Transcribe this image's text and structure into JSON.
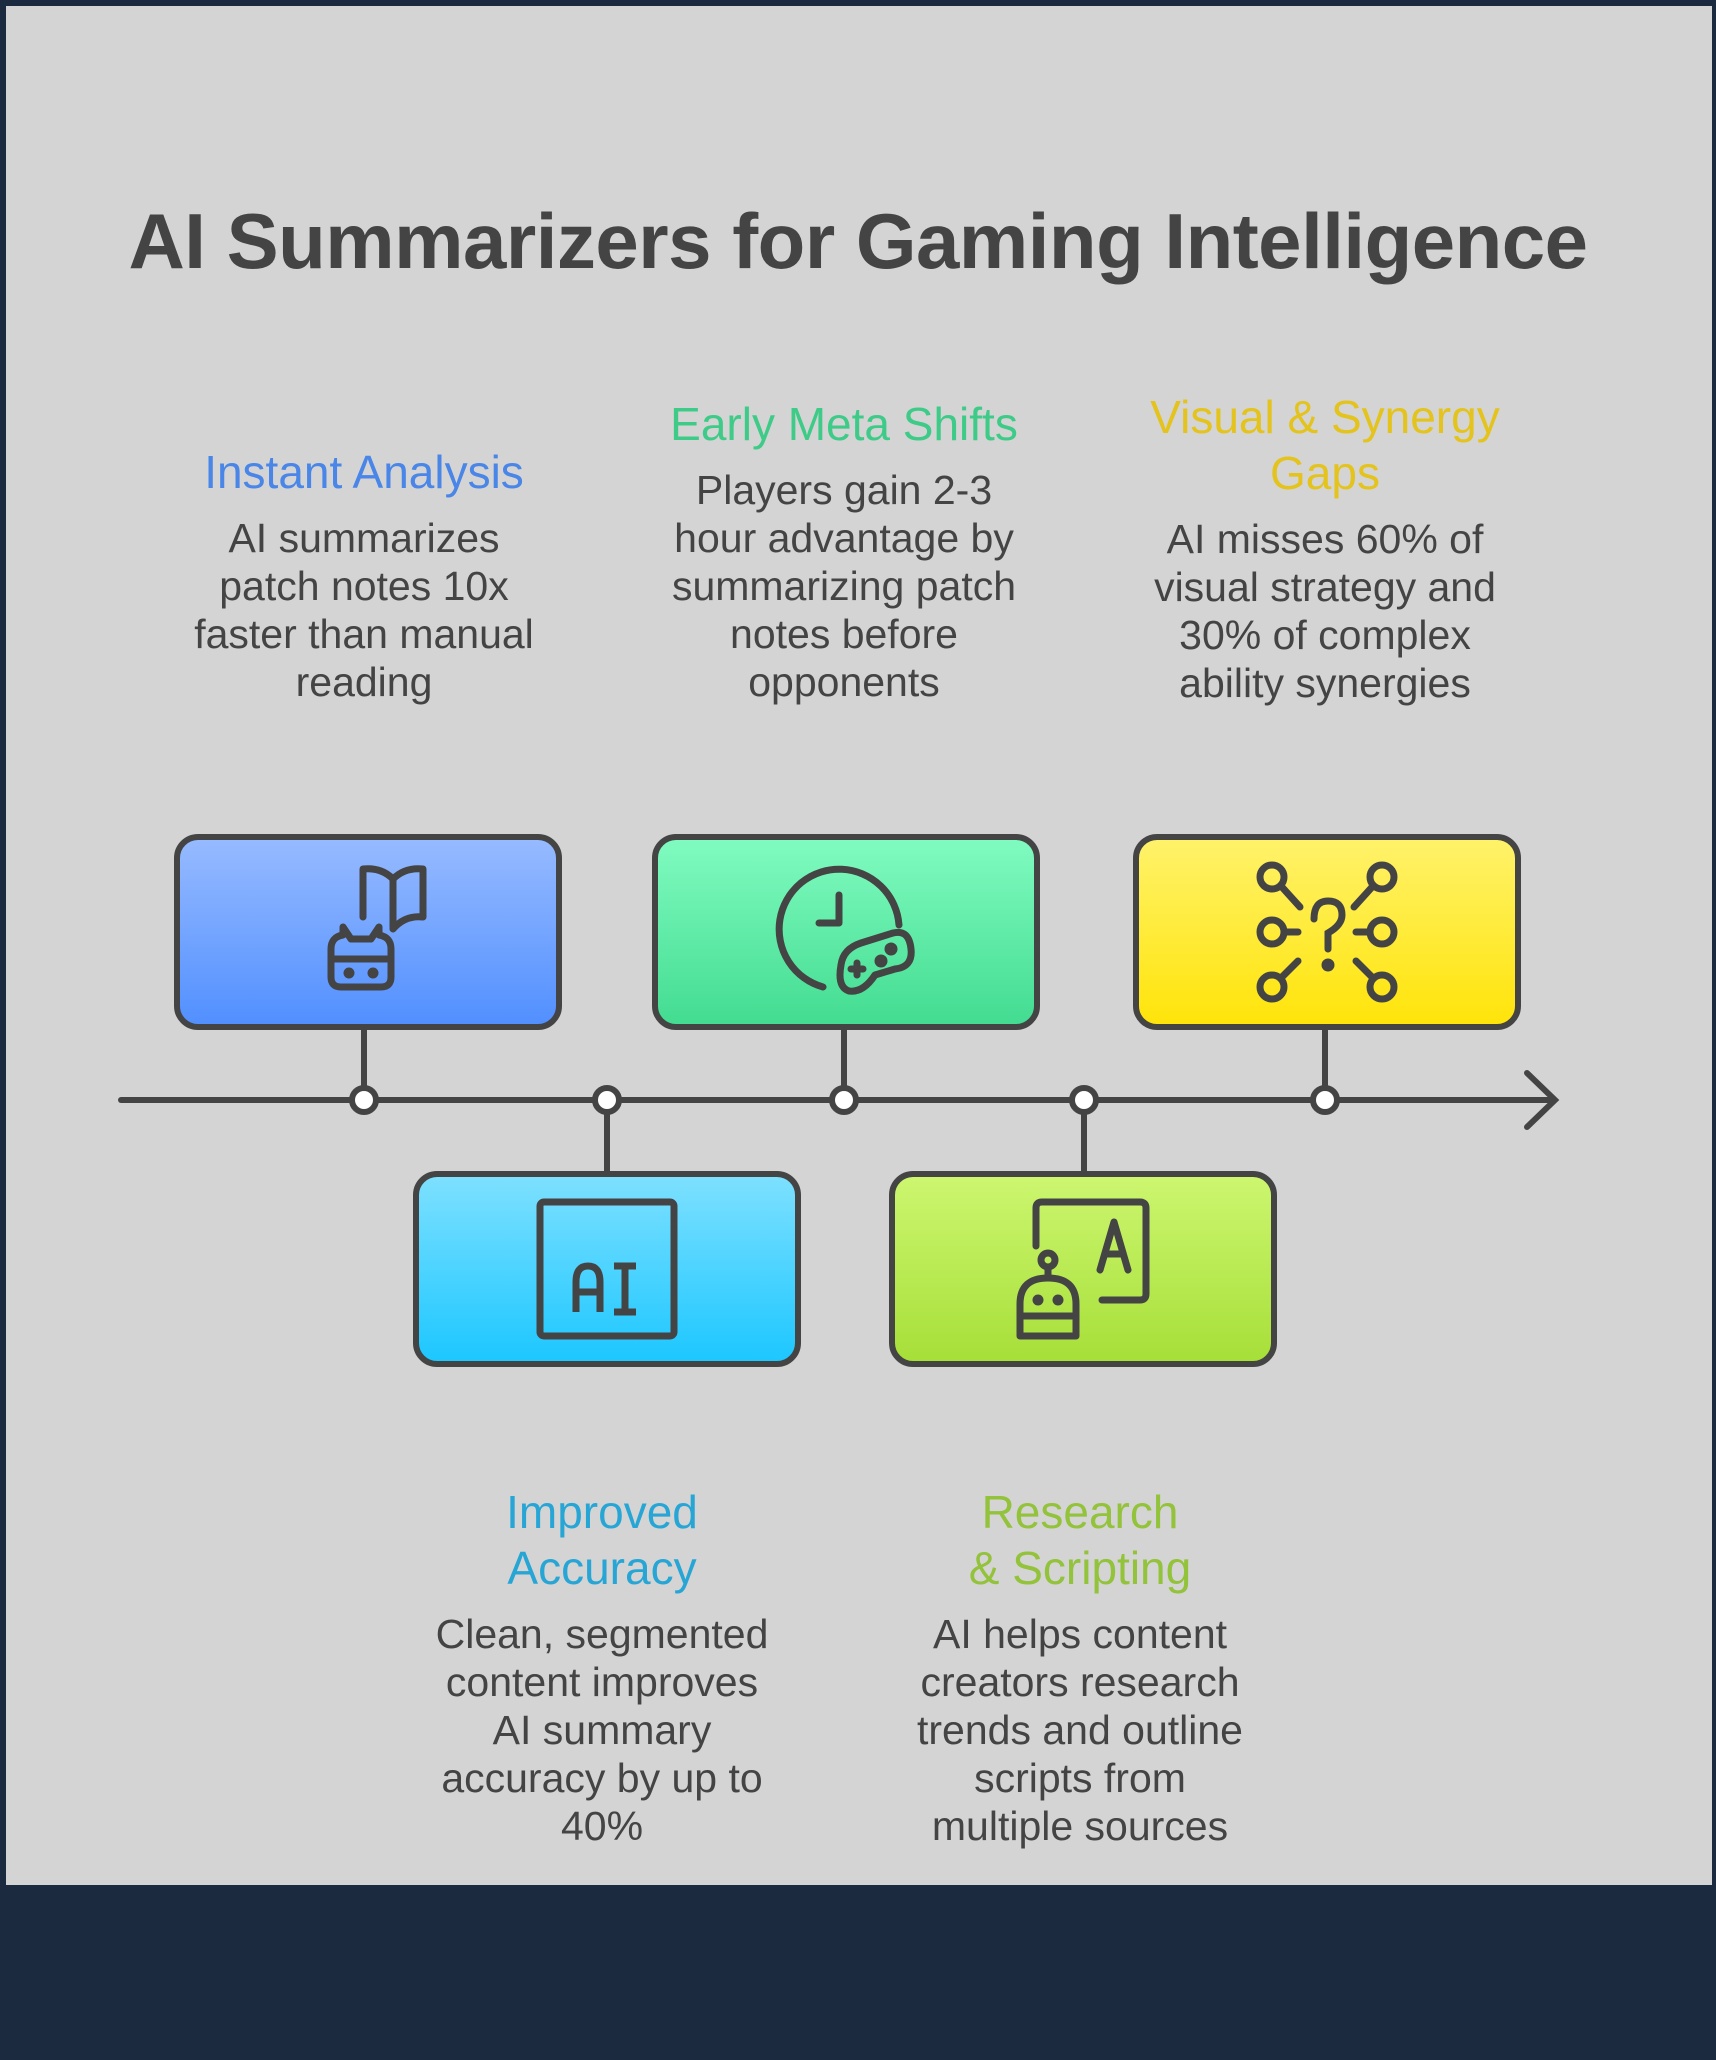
{
  "title": "AI Summarizers for Gaming Intelligence",
  "items": [
    {
      "heading": "Instant Analysis",
      "body": "AI summarizes patch notes 10x faster than manual reading",
      "icon": "robot-book-icon",
      "color": "#4a86e8"
    },
    {
      "heading": "Improved Accuracy",
      "body": "Clean, segmented content improves AI summary accuracy by up to 40%",
      "icon": "ai-chip-icon",
      "color": "#27a6d6"
    },
    {
      "heading": "Early Meta Shifts",
      "body": "Players gain 2-3 hour advantage by summarizing patch notes before opponents",
      "icon": "clock-gamepad-icon",
      "color": "#3ecb88"
    },
    {
      "heading": "Research & Scripting",
      "body": "AI helps content creators research trends and outline scripts from multiple sources",
      "icon": "robot-text-icon",
      "color": "#93c23b"
    },
    {
      "heading": "Visual & Synergy Gaps",
      "body": "AI misses 60% of visual strategy and 30% of complex ability synergies",
      "icon": "question-network-icon",
      "color": "#e3c31c"
    }
  ]
}
